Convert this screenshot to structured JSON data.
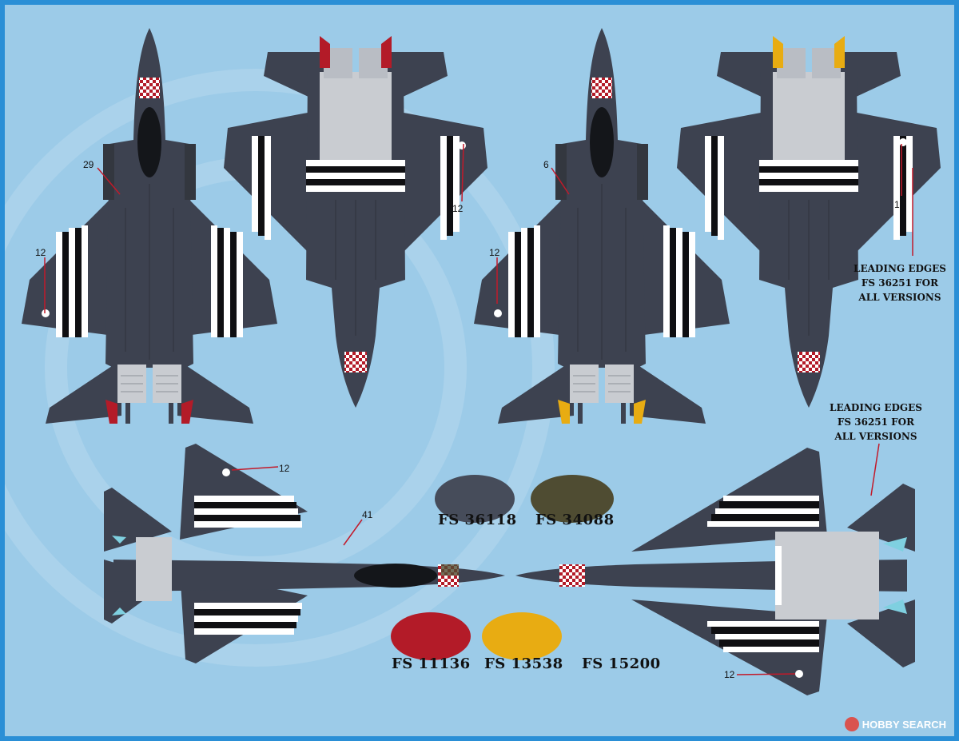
{
  "colors": {
    "background": "#9ccbe8",
    "aircraft_gray": "#3d4250",
    "olive": "#4f4c32",
    "red": "#b31b28",
    "yellow": "#e8ac12",
    "stripe_white": "#ffffff",
    "stripe_black": "#0f0f12",
    "underside_light": "#c9ccd1"
  },
  "swatches": [
    {
      "label": "FS 36118",
      "color": "#464c5a"
    },
    {
      "label": "FS 34088",
      "color": "#4f4c32"
    },
    {
      "label": "FS 11136",
      "color": "#b31b28"
    },
    {
      "label": "FS 13538",
      "color": "#e8ac12"
    },
    {
      "label": "FS 15200",
      "color": ""
    }
  ],
  "callouts": {
    "c29": "29",
    "c12a": "12",
    "c12b": "12",
    "c6": "6",
    "c12c": "12",
    "c12d": "12",
    "c12e": "12",
    "c41": "41",
    "c12f": "12"
  },
  "edge_note": {
    "line1": "LEADING EDGES",
    "line2": "FS 36251 FOR",
    "line3": "ALL VERSIONS"
  },
  "watermark": "HOBBY SEARCH"
}
